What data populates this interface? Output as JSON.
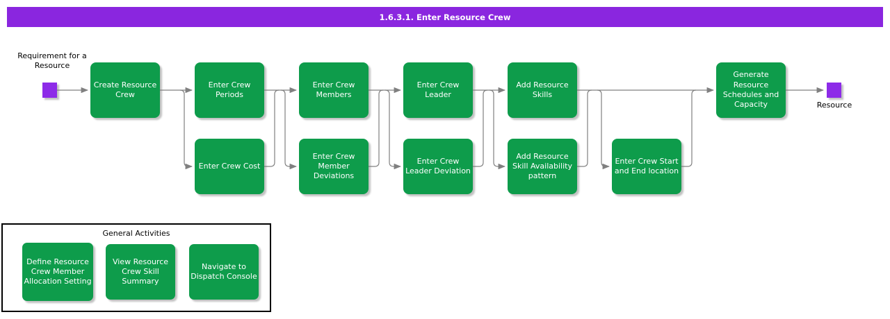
{
  "title_bar": {
    "label": "1.6.3.1. Enter Resource Crew"
  },
  "colors": {
    "activity_green": "#0e9c4b",
    "title_bar_purple": "#8a26df",
    "marker_purple": "#8d2be8",
    "connector_gray": "#808080"
  },
  "start_marker": {
    "label": "Requirement for a Resource"
  },
  "end_marker": {
    "label": "Resource"
  },
  "flow_nodes": [
    {
      "id": "create-resource-crew",
      "label": "Create Resource Crew"
    },
    {
      "id": "enter-crew-periods",
      "label": "Enter Crew Periods"
    },
    {
      "id": "enter-crew-cost",
      "label": "Enter Crew Cost"
    },
    {
      "id": "enter-crew-members",
      "label": "Enter Crew Members"
    },
    {
      "id": "enter-crew-member-deviations",
      "label": "Enter Crew Member Deviations"
    },
    {
      "id": "enter-crew-leader",
      "label": "Enter Crew Leader"
    },
    {
      "id": "enter-crew-leader-deviation",
      "label": "Enter Crew Leader Deviation"
    },
    {
      "id": "add-resource-skills",
      "label": "Add Resource Skills"
    },
    {
      "id": "add-resource-skill-availability-pattern",
      "label": "Add Resource Skill Availability pattern"
    },
    {
      "id": "enter-crew-start-and-end-location",
      "label": "Enter Crew Start and End location"
    },
    {
      "id": "generate-resource-schedules-and-capacity",
      "label": "Generate Resource Schedules and Capacity"
    }
  ],
  "edges": [
    {
      "from": [
        "Requirement for a Resource"
      ],
      "to": "Create Resource Crew"
    },
    {
      "from": [
        "Create Resource Crew"
      ],
      "to": "Enter Crew Periods"
    },
    {
      "from": [
        "Create Resource Crew"
      ],
      "to": "Enter Crew Cost"
    },
    {
      "from": [
        "Enter Crew Periods",
        "Enter Crew Cost"
      ],
      "to": "Enter Crew Members"
    },
    {
      "from": [
        "Enter Crew Periods",
        "Enter Crew Cost"
      ],
      "to": "Enter Crew Member Deviations"
    },
    {
      "from": [
        "Enter Crew Members",
        "Enter Crew Member Deviations"
      ],
      "to": "Enter Crew Leader"
    },
    {
      "from": [
        "Enter Crew Members",
        "Enter Crew Member Deviations"
      ],
      "to": "Enter Crew Leader Deviation"
    },
    {
      "from": [
        "Enter Crew Leader",
        "Enter Crew Leader Deviation"
      ],
      "to": "Add Resource Skills"
    },
    {
      "from": [
        "Enter Crew Leader",
        "Enter Crew Leader Deviation"
      ],
      "to": "Add Resource Skill Availability pattern"
    },
    {
      "from": [
        "Add Resource Skills",
        "Add Resource Skill Availability pattern"
      ],
      "to": "Enter Crew Start and End location"
    },
    {
      "from": [
        "Add Resource Skills",
        "Add Resource Skill Availability pattern",
        "Enter Crew Start and End location"
      ],
      "to": "Generate Resource Schedules and Capacity"
    },
    {
      "from": [
        "Generate Resource Schedules and Capacity"
      ],
      "to": "Resource"
    }
  ],
  "general_activities": {
    "title": "General Activities",
    "items": [
      {
        "id": "define-resource-crew-member-allocation-setting",
        "label": "Define Resource Crew Member Allocation Setting"
      },
      {
        "id": "view-resource-crew-skill-summary",
        "label": "View Resource Crew Skill Summary"
      },
      {
        "id": "navigate-to-dispatch-console",
        "label": "Navigate to Dispatch Console"
      }
    ]
  }
}
